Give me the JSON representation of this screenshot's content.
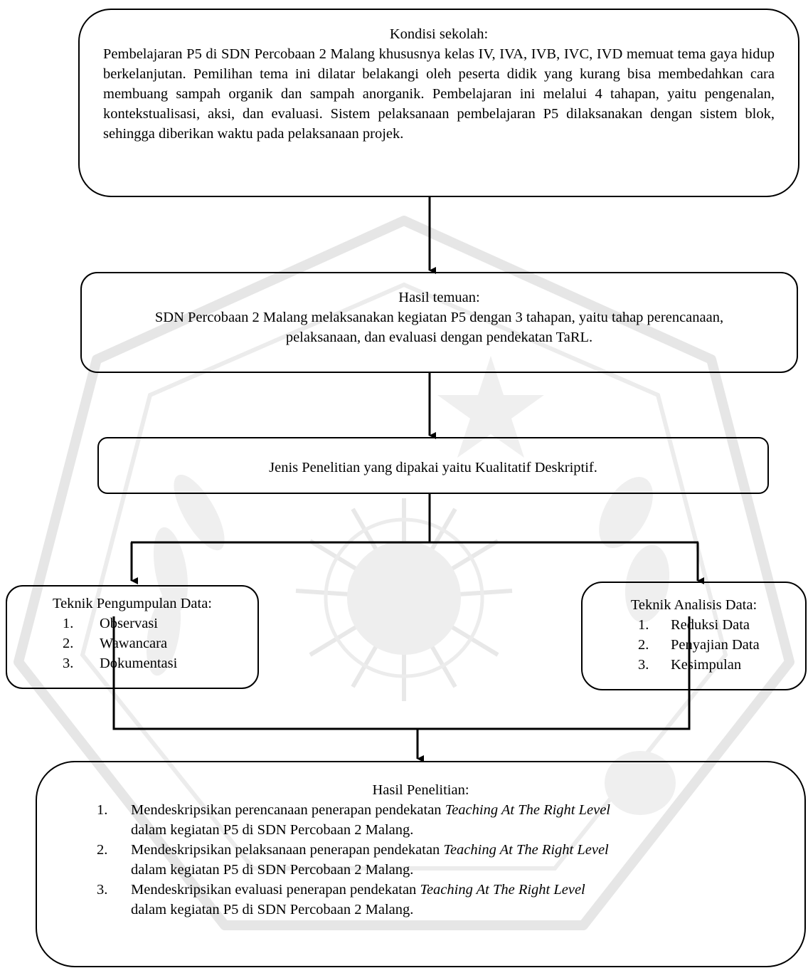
{
  "boxes": {
    "kondisi": {
      "title": "Kondisi sekolah:",
      "body": "Pembelajaran P5 di SDN Percobaan 2 Malang khususnya kelas IV, IVA, IVB, IVC, IVD memuat tema gaya hidup berkelanjutan. Pemilihan tema ini dilatar belakangi oleh peserta didik yang kurang bisa membedahkan cara membuang sampah organik dan sampah anorganik. Pembelajaran ini melalui 4 tahapan, yaitu pengenalan, kontekstualisasi, aksi, dan evaluasi. Sistem pelaksanaan pembelajaran P5 dilaksanakan dengan sistem blok, sehingga diberikan waktu pada pelaksanaan projek."
    },
    "temuan": {
      "title": "Hasil temuan:",
      "body": "SDN Percobaan 2 Malang melaksanakan kegiatan P5 dengan 3 tahapan, yaitu tahap perencanaan, pelaksanaan, dan evaluasi dengan pendekatan TaRL."
    },
    "jenis": {
      "text": "Jenis Penelitian yang dipakai yaitu Kualitatif Deskriptif."
    },
    "pengumpulan": {
      "title": "Teknik Pengumpulan Data:",
      "items": [
        {
          "num": "1.",
          "text": "Observasi"
        },
        {
          "num": "2.",
          "text": "Wawancara"
        },
        {
          "num": "3.",
          "text": "Dokumentasi"
        }
      ]
    },
    "analisis": {
      "title": "Teknik Analisis Data:",
      "items": [
        {
          "num": "1.",
          "text": "Reduksi Data"
        },
        {
          "num": "2.",
          "text": "Penyajian Data"
        },
        {
          "num": "3.",
          "text": "Kesimpulan"
        }
      ]
    },
    "hasil": {
      "title": "Hasil Penelitian:",
      "items": [
        {
          "num": "1.",
          "pre": "Mendeskripsikan perencanaan penerapan pendekatan ",
          "em": "Teaching At The Right Level",
          "post": "dalam kegiatan P5 di SDN Percobaan 2 Malang."
        },
        {
          "num": "2.",
          "pre": " Mendeskripsikan pelaksanaan penerapan pendekatan ",
          "em": "Teaching At The Right Level",
          "post": "dalam kegiatan P5 di SDN Percobaan 2 Malang."
        },
        {
          "num": "3.",
          "pre": " Mendeskripsikan evaluasi penerapan pendekatan ",
          "em": "Teaching At The Right Level",
          "post": "dalam kegiatan P5 di SDN Percobaan 2 Malang."
        }
      ]
    }
  },
  "colors": {
    "line": "#000000",
    "watermark": "#e6e6e6"
  }
}
